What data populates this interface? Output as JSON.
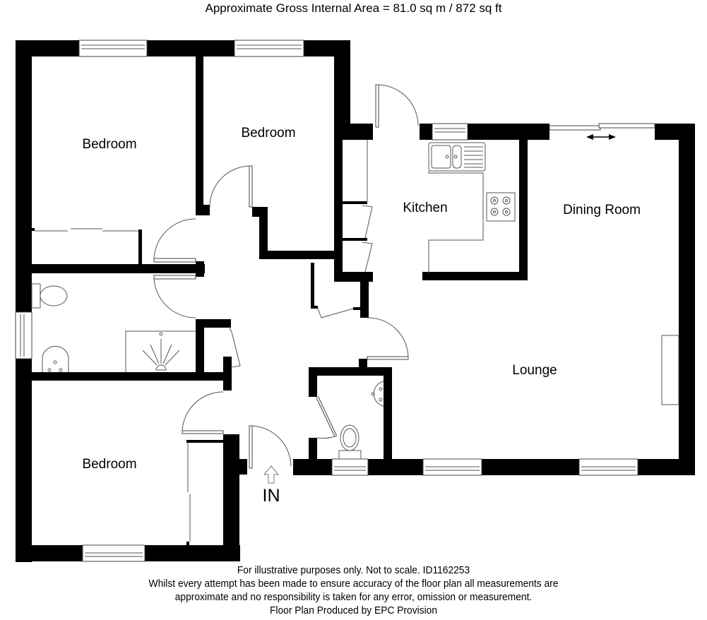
{
  "header": {
    "area_text": "Approximate Gross Internal Area = 81.0 sq m / 872 sq ft"
  },
  "rooms": {
    "bedroom_1": "Bedroom",
    "bedroom_2": "Bedroom",
    "bedroom_3": "Bedroom",
    "kitchen": "Kitchen",
    "dining_room": "Dining Room",
    "lounge": "Lounge"
  },
  "entrance": {
    "label": "IN",
    "arrow_icon": "arrow-up-icon"
  },
  "footer": {
    "line1": "For illustrative purposes only. Not to scale. ID1162253",
    "line2": "Whilst every attempt has been made to ensure accuracy of the floor plan all measurements are",
    "line3": "approximate and no responsibility is taken for any error, omission or measurement.",
    "line4": "Floor Plan Produced by EPC Provision"
  },
  "colors": {
    "wall": "#000000",
    "background": "#ffffff",
    "fixture_line": "#555555"
  }
}
